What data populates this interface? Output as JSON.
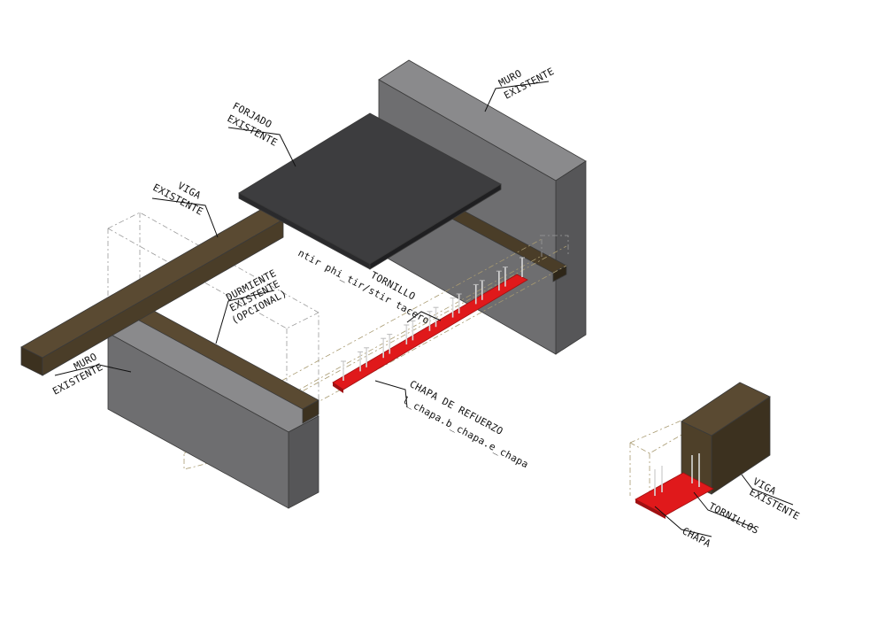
{
  "labels": {
    "muro_right_1": "MURO",
    "muro_right_2": "EXISTENTE",
    "forjado_1": "FORJADO",
    "forjado_2": "EXISTENTE",
    "viga_1": "VIGA",
    "viga_2": "EXISTENTE",
    "durmiente_1": "DURMIENTE",
    "durmiente_2": "EXISTENTE",
    "durmiente_3": "(OPCIONAL)",
    "muro_left_1": "MURO",
    "muro_left_2": "EXISTENTE",
    "tornillo_1": "TORNILLO",
    "tornillo_2": "ntir phi_tir/stir tacero",
    "chapa_1": "CHAPA DE REFUERZO",
    "chapa_2": "l_chapa.b_chapa.e_chapa",
    "detail_viga_1": "VIGA",
    "detail_viga_2": "EXISTENTE",
    "detail_tornillos": "TORNILLOS",
    "detail_chapa": "CHAPA"
  },
  "colors": {
    "wall_front": "#6e6e70",
    "wall_side": "#565658",
    "wall_top": "#88888a",
    "slab_top": "#3d3d3f",
    "slab_side": "#2a2a2c",
    "beam_top": "#5a4a32",
    "beam_side": "#3c311f",
    "plate": "#e0191b",
    "plate_dark": "#b01214"
  }
}
